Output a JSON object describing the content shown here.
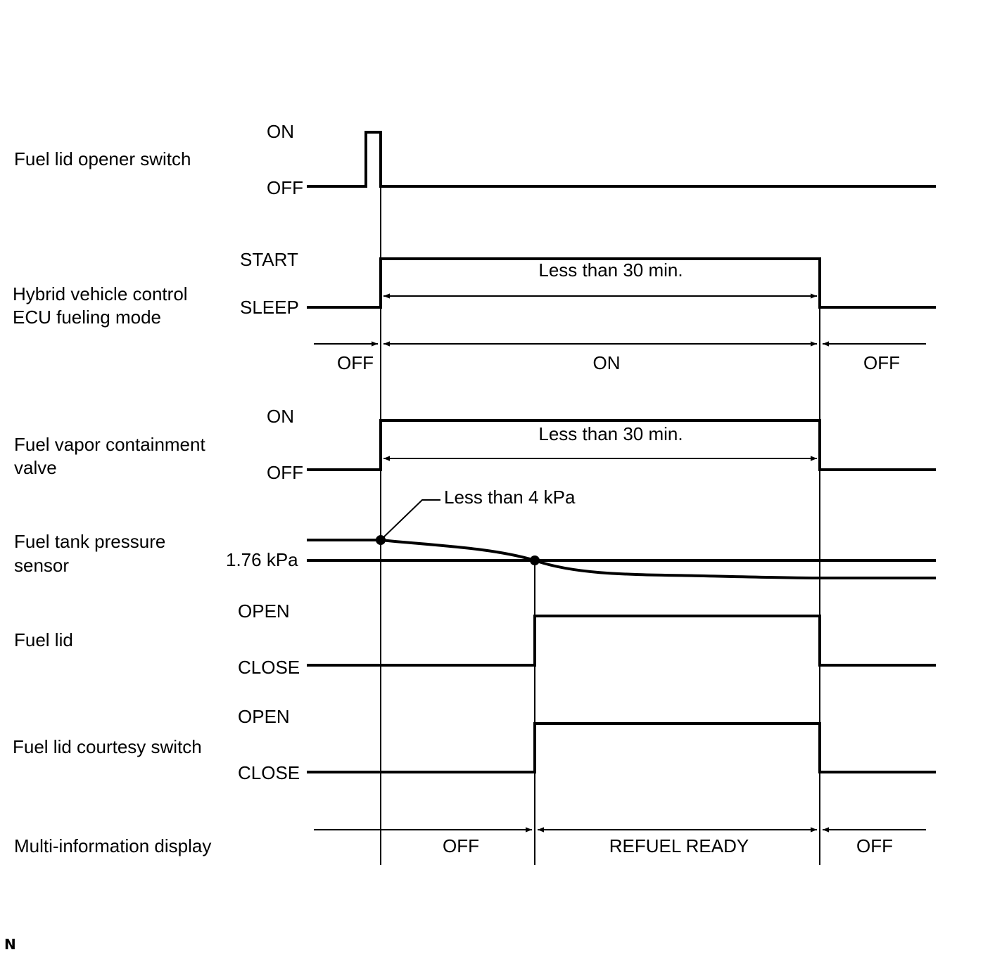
{
  "signals": {
    "opener_switch": {
      "label": "Fuel lid opener switch",
      "high": "ON",
      "low": "OFF"
    },
    "ecu_mode": {
      "label_line1": "Hybrid vehicle control",
      "label_line2": "ECU fueling mode",
      "high": "START",
      "low": "SLEEP",
      "duration": "Less than 30 min."
    },
    "ecu_state": {
      "before": "OFF",
      "during": "ON",
      "after": "OFF"
    },
    "vapor_valve": {
      "label_line1": "Fuel vapor containment",
      "label_line2": "valve",
      "high": "ON",
      "low": "OFF",
      "duration": "Less than 30 min."
    },
    "pressure_sensor": {
      "label_line1": "Fuel tank pressure",
      "label_line2": "sensor",
      "threshold": "1.76 kPa",
      "callout": "Less than 4 kPa"
    },
    "fuel_lid": {
      "label": "Fuel lid",
      "high": "OPEN",
      "low": "CLOSE"
    },
    "courtesy_switch": {
      "label": "Fuel lid courtesy switch",
      "high": "OPEN",
      "low": "CLOSE"
    },
    "display": {
      "label": "Multi-information display",
      "before": "OFF",
      "during": "REFUEL READY",
      "after": "OFF"
    }
  },
  "corner_mark": "N"
}
